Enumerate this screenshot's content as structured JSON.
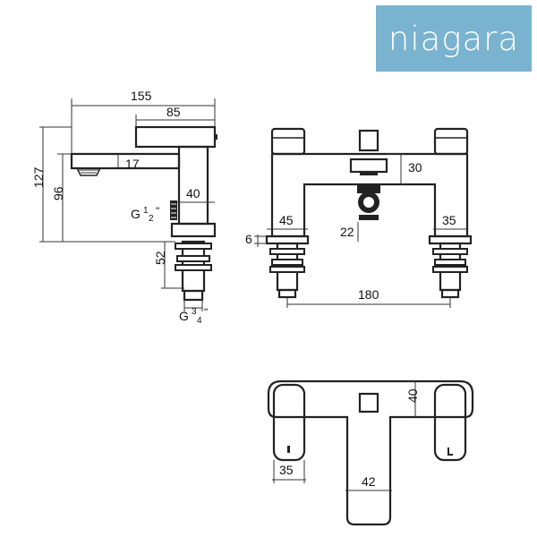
{
  "logo": {
    "text": "niagara",
    "color": "#79b3cf"
  },
  "side_view": {
    "dim_155": "155",
    "dim_85": "85",
    "dim_17": "17",
    "dim_127": "127",
    "dim_96": "96",
    "dim_40": "40",
    "dim_52": "52",
    "thread_half": "G",
    "thread_half_num": "1",
    "thread_half_den": "2",
    "thread_half_unit": "\"",
    "thread_three_quarter": "G",
    "thread_3q_num": "3",
    "thread_3q_den": "4",
    "thread_3q_unit": "\""
  },
  "front_view": {
    "dim_30": "30",
    "dim_45": "45",
    "dim_35": "35",
    "dim_6": "6",
    "dim_22": "22",
    "dim_180": "180"
  },
  "top_view": {
    "dim_40": "40",
    "dim_35": "35",
    "dim_42": "42"
  }
}
